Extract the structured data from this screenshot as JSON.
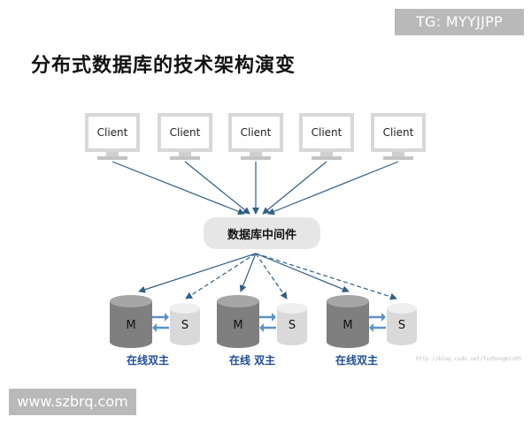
{
  "badge_top": "TG: MYYJJPP",
  "title": "分布式数据库的技术架构演变",
  "clients": [
    "Client",
    "Client",
    "Client",
    "Client",
    "Client"
  ],
  "middleware": "数据库中间件",
  "db_groups": [
    {
      "master": "M",
      "slave": "S",
      "label": "在线双主"
    },
    {
      "master": "M",
      "slave": "S",
      "label": "在线 双主"
    },
    {
      "master": "M",
      "slave": "S",
      "label": "在线双主"
    }
  ],
  "watermark": "http://blog.csdn.net/fuzhongmin05",
  "badge_bottom": "www.szbrq.com",
  "colors": {
    "arrow": "#2f5f86",
    "master": "#7f7f7f",
    "slave": "#d9d9d9",
    "label": "#1f4e96",
    "sync_arrow": "#5a93c7"
  }
}
